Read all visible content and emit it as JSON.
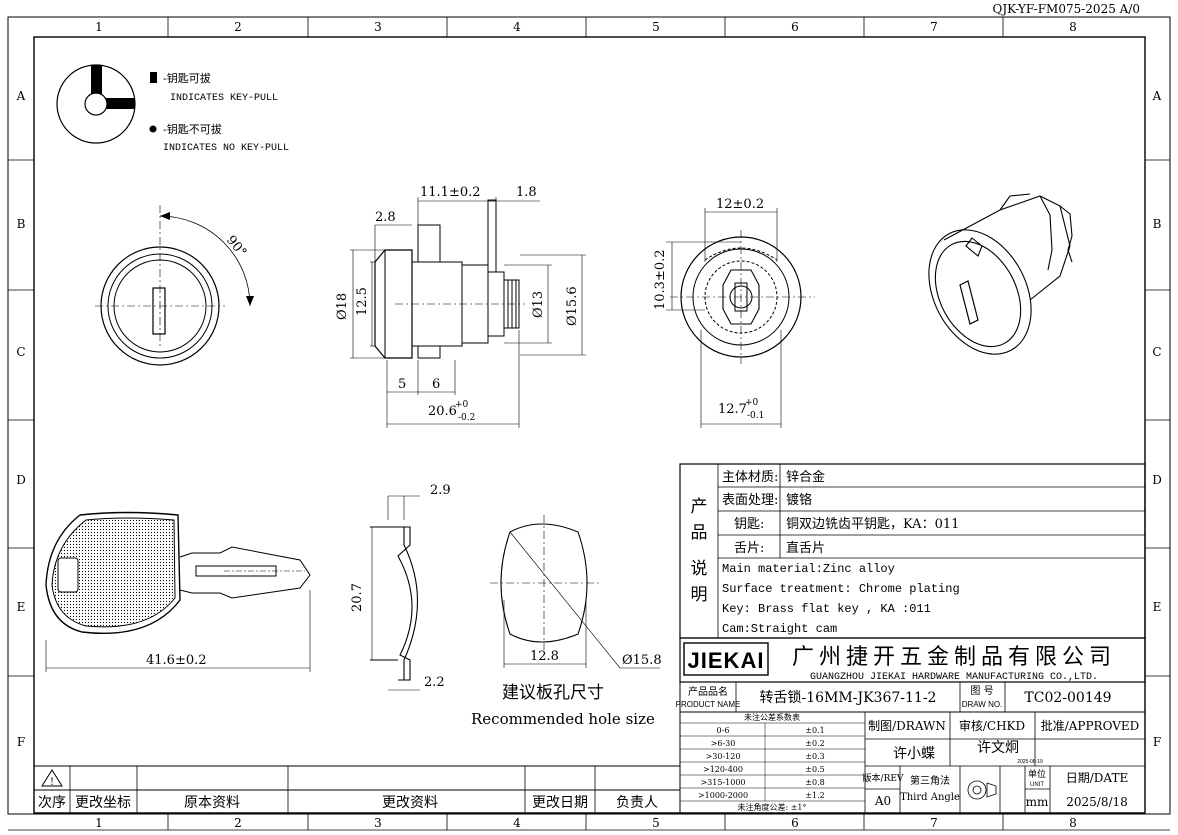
{
  "doc_id": "QJK-YF-FM075-2025 A/0",
  "grid": {
    "cols": [
      "1",
      "2",
      "3",
      "4",
      "5",
      "6",
      "7",
      "8"
    ],
    "rows": [
      "A",
      "B",
      "C",
      "D",
      "E",
      "F"
    ]
  },
  "legend": {
    "pull_cn": "-钥匙可拔",
    "pull_en": "INDICATES KEY-PULL",
    "nopull_cn": "-钥匙不可拔",
    "nopull_en": "INDICATES NO KEY-PULL"
  },
  "dims": {
    "angle": "90°",
    "d_11_1": "11.1±0.2",
    "d_1_8": "1.8",
    "d_2_8": "2.8",
    "d_18": "Ø18",
    "d_12_5": "12.5",
    "d_13": "Ø13",
    "d_15_6": "Ø15.6",
    "d_5": "5",
    "d_6": "6",
    "d_20_6": "20.6",
    "d_20_6_tol_up": "+0",
    "d_20_6_tol_lo": "-0.2",
    "d_12": "12±0.2",
    "d_10_3": "10.3±0.2",
    "d_12_7": "12.7",
    "d_12_7_tol_up": "+0",
    "d_12_7_tol_lo": "-0.1",
    "d_2_9": "2.9",
    "d_20_7": "20.7",
    "d_2_2": "2.2",
    "d_41_6": "41.6±0.2",
    "d_12_8": "12.8",
    "d_15_8": "Ø15.8"
  },
  "hole": {
    "title_cn": "建议板孔尺寸",
    "title_en": "Recommended hole size"
  },
  "spec": {
    "side_label": [
      "产",
      "品",
      "说",
      "明"
    ],
    "rows_cn": [
      {
        "label": "主体材质:",
        "value": "锌合金"
      },
      {
        "label": "表面处理:",
        "value": "镀铬"
      },
      {
        "label": "钥匙:",
        "value": "铜双边铣齿平钥匙，KA：011"
      },
      {
        "label": "舌片:",
        "value": "直舌片"
      }
    ],
    "rows_en": [
      "Main material:Zinc alloy",
      "Surface treatment: Chrome plating",
      "Key: Brass flat key , KA :011",
      "Cam:Straight cam"
    ]
  },
  "company": {
    "logo": "JIEKAI",
    "name_cn": "广州捷开五金制品有限公司",
    "name_en": "GUANGZHOU JIEKAI HARDWARE MANUFACTURING CO.,LTD."
  },
  "product": {
    "label_cn": "产品品名",
    "label_en": "PRODUCT NAME",
    "name": "转舌锁-16MM-JK367-11-2",
    "drawno_label_cn": "图 号",
    "drawno_label_en": "DRAW NO.",
    "drawno": "TC02-00149"
  },
  "tolerance": {
    "title": "未注公差系数表",
    "rows": [
      {
        "range": "0-6",
        "tol": "±0.1"
      },
      {
        "range": ">6-30",
        "tol": "±0.2"
      },
      {
        "range": ">30-120",
        "tol": "±0.3"
      },
      {
        "range": ">120-400",
        "tol": "±0.5"
      },
      {
        "range": ">315-1000",
        "tol": "±0.8"
      },
      {
        "range": ">1000-2000",
        "tol": "±1.2"
      }
    ],
    "angle_note": "未注角度公差: ±1°"
  },
  "approvals": {
    "drawn_label": "制图/DRAWN",
    "chkd_label": "审核/CHKD",
    "approved_label": "批准/APPROVED",
    "drawn_by": "许小蝶",
    "chkd_by": "许文炯",
    "chkd_date": "2025-08-19"
  },
  "bottom": {
    "rev_label": "版本/REV",
    "rev": "A0",
    "proj_cn": "第三角法",
    "proj_en": "Third Angle",
    "unit_cn": "单位",
    "unit_en": "UNIT",
    "unit": "mm",
    "date_label": "日期/DATE",
    "date": "2025/8/18"
  },
  "revision": {
    "headers": [
      "次序",
      "更改坐标",
      "原本资料",
      "更改资料",
      "更改日期",
      "负责人"
    ]
  }
}
